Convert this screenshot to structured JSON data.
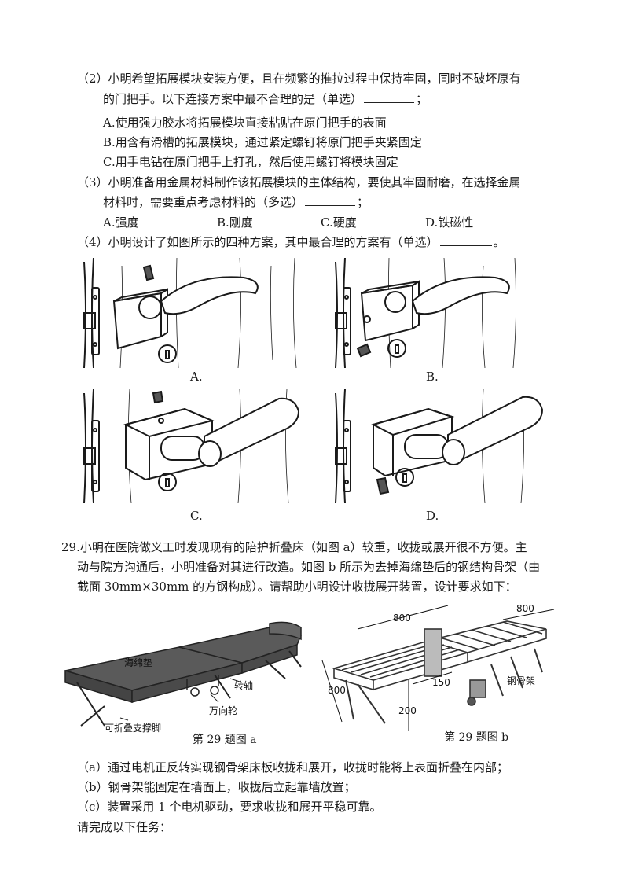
{
  "q2": {
    "line1": "（2）小明希望拓展模块安装方便，且在频繁的推拉过程中保持牢固，同时不破坏原有",
    "line2": "的门把手。以下连接方案中最不合理的是（单选）",
    "line2_end": "；",
    "options": [
      "A.使用强力胶水将拓展模块直接粘贴在原门把手的表面",
      "B.用含有滑槽的拓展模块，通过紧定螺钉将原门把手夹紧固定",
      "C.用手电钻在原门把手上打孔，然后使用螺钉将模块固定"
    ]
  },
  "q3": {
    "line1": "（3）小明准备用金属材料制作该拓展模块的主体结构，要使其牢固耐磨，在选择金属",
    "line2": "材料时，需要重点考虑材料的（多选）",
    "line2_end": "；",
    "options": [
      "A.强度",
      "B.刚度",
      "C.硬度",
      "D.铁磁性"
    ]
  },
  "q4": {
    "text": "（4）小明设计了如图所示的四种方案，其中最合理的方案有（单选）",
    "end": "。",
    "figure_labels": [
      "A.",
      "B.",
      "C.",
      "D."
    ]
  },
  "q29": {
    "line1": "29.小明在医院做义工时发现现有的陪护折叠床（如图 a）较重，收拢或展开很不方便。主",
    "line2": "动与院方沟通后，小明准备对其进行改造。如图 b 所示为去掉海绵垫后的钢结构骨架（由",
    "line3": "截面 30mm×30mm 的方钢构成）。请帮助小明设计收拢展开装置，设计要求如下：",
    "fig_a": {
      "caption": "第 29 题图 a",
      "labels": {
        "sponge": "海绵垫",
        "axis": "转轴",
        "wheel": "万向轮",
        "legs": "可折叠支撑脚"
      }
    },
    "fig_b": {
      "caption": "第 29 题图 b",
      "labels": {
        "frame": "钢骨架"
      },
      "dims": {
        "top": "800",
        "mid": "800",
        "side": "800",
        "gap": "150",
        "height": "200"
      }
    },
    "requirements": [
      "（a）通过电机正反转实现钢骨架床板收拢和展开，收拢时能将上表面折叠在内部；",
      "（b）钢骨架能固定在墙面上，收拢后立起靠墙放置；",
      "（c）装置采用 1 个电机驱动，要求收拢和展开平稳可靠。"
    ],
    "task": "请完成以下任务："
  }
}
